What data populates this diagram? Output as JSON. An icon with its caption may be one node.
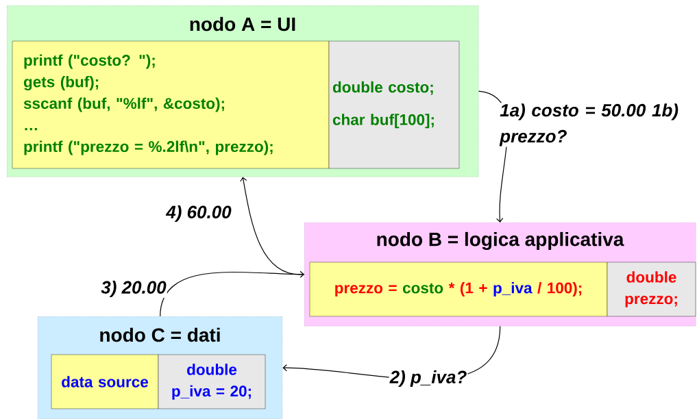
{
  "diagram": {
    "nodes": [
      {
        "text": [
          "nodo A = UI"
        ]
      },
      {
        "text": [
          "printf (\"costo? \");",
          "gets (buf);",
          "sscanf (buf, \"%lf\", &costo);",
          "…",
          "printf (\"prezzo = %.2lf\\n\", prezzo);"
        ],
        "in": 0
      },
      {
        "text": [
          "double costo;",
          "char buf[100];"
        ],
        "in": 0
      },
      {
        "text": [
          "nodo B = logica applicativa"
        ]
      },
      {
        "text": [
          "prezzo =",
          "costo",
          "* (1 +",
          "p_iva",
          "/ 100);"
        ],
        "in": 3
      },
      {
        "text": [
          "double prezzo;"
        ],
        "in": 3
      },
      {
        "text": [
          "nodo C = dati"
        ]
      },
      {
        "text": [
          "data source"
        ],
        "in": 6
      },
      {
        "text": [
          "double p_iva = 20;"
        ],
        "in": 6
      }
    ],
    "edges": [
      {
        "from": 0,
        "to": 3,
        "arrow": "to",
        "label": "1a) costo = 50.00 1b) prezzo?"
      },
      {
        "from": 3,
        "to": 0,
        "arrow": "to",
        "label": "4) 60.00"
      },
      {
        "from": 6,
        "to": 3,
        "arrow": "to",
        "label": "3) 20.00"
      },
      {
        "from": 3,
        "to": 6,
        "arrow": "to",
        "label": "2) p_iva?"
      }
    ]
  }
}
